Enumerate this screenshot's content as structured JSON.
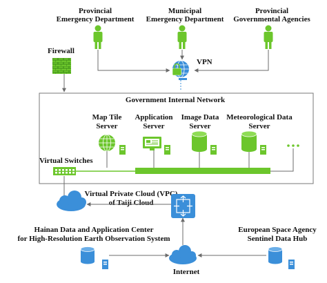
{
  "agencies": [
    {
      "line1": "Provincial",
      "line2": "Emergency Department"
    },
    {
      "line1": "Municipal",
      "line2": "Emergency Department"
    },
    {
      "line1": "Provincial",
      "line2": "Governmental Agencies"
    }
  ],
  "firewall": "Firewall",
  "vpn": "VPN",
  "internal_network": "Government Internal Network",
  "servers": [
    {
      "line1": "Map Tile",
      "line2": "Server"
    },
    {
      "line1": "Application",
      "line2": "Server"
    },
    {
      "line1": "Image Data",
      "line2": "Server"
    },
    {
      "line1": "Meteorological Data",
      "line2": "Server"
    }
  ],
  "virtual_switches": "Virtual Switches",
  "vpc": {
    "line1": "Virtual Private Cloud (VPC)",
    "line2": "of Taiji Cloud"
  },
  "hainan": {
    "line1": "Hainan Data and Application Center",
    "line2": "for High-Resolution Earth Observation System"
  },
  "esa": {
    "line1": "European Space Agency",
    "line2": "Sentinel Data Hub"
  },
  "internet": "Internet",
  "colors": {
    "green": "#6cc62c",
    "blue": "#3b8fd9",
    "line": "#6b6b6b"
  }
}
